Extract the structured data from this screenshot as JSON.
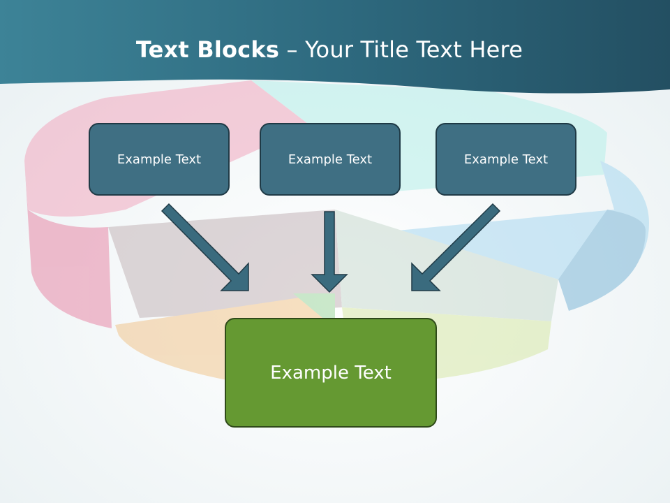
{
  "title": {
    "bold": "Text Blocks",
    "dash": " – ",
    "rest": "Your Title Text Here"
  },
  "boxes": [
    {
      "label": "Example Text"
    },
    {
      "label": "Example Text"
    },
    {
      "label": "Example Text"
    }
  ],
  "result": {
    "label": "Example Text"
  },
  "colors": {
    "header": "#2e6378",
    "top_box": "#3f6f83",
    "bottom_box": "#659932",
    "arrow": "#3a6b7e"
  },
  "icons": {
    "background": "pie-chart-illustration",
    "arrow": "down-arrow-icon"
  }
}
